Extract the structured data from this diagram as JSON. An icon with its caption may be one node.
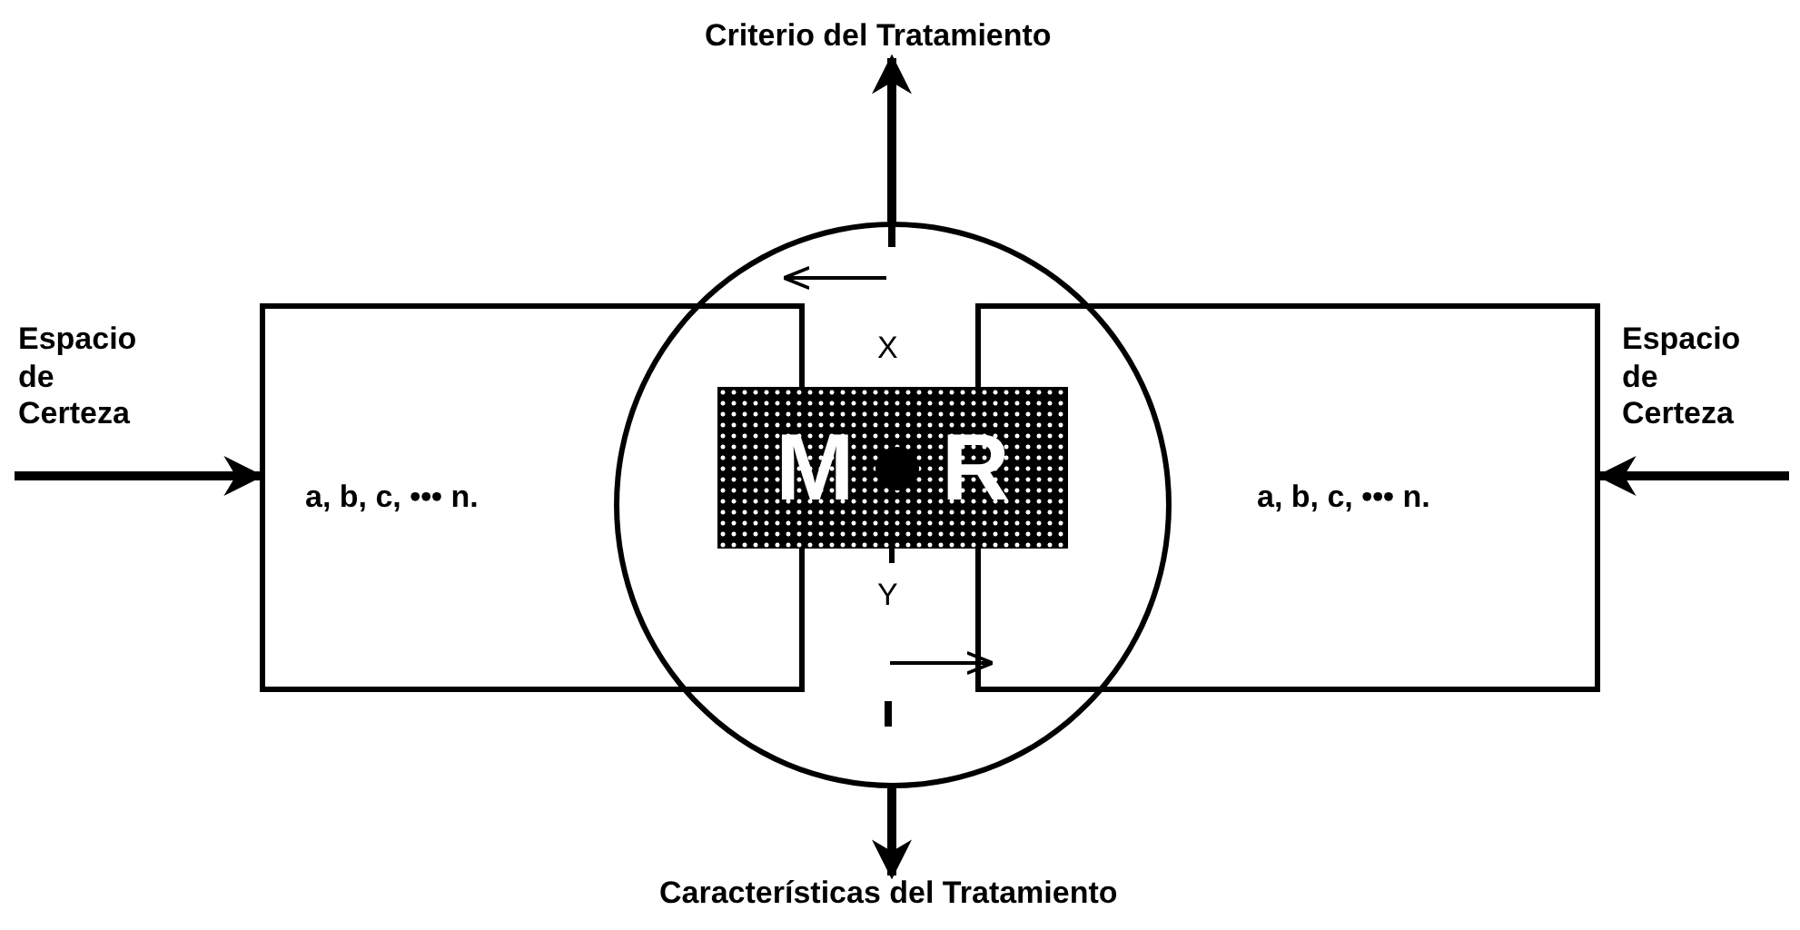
{
  "diagram": {
    "nodes": [
      {
        "text": [
          "Criterio del Tratamiento"
        ]
      },
      {
        "text": [],
        "shape": "circle"
      },
      {
        "text": [
          "a, b, c, ••• n."
        ]
      },
      {
        "text": [
          "M",
          "R"
        ],
        "in": 1
      },
      {
        "text": [
          "a, b, c, ••• n."
        ]
      },
      {
        "text": [
          "Características del Tratamiento"
        ]
      }
    ],
    "edges": [
      {
        "from": 1,
        "to": 0,
        "arrow": "to"
      },
      {
        "from": 1,
        "to": 5,
        "arrow": "to"
      },
      {
        "from": null,
        "to": 2,
        "arrow": "to",
        "label": "Espacio de Certeza"
      },
      {
        "from": null,
        "to": 4,
        "arrow": "to",
        "label": "Espacio de Certeza"
      }
    ],
    "labels": [
      "X",
      "Y"
    ]
  }
}
